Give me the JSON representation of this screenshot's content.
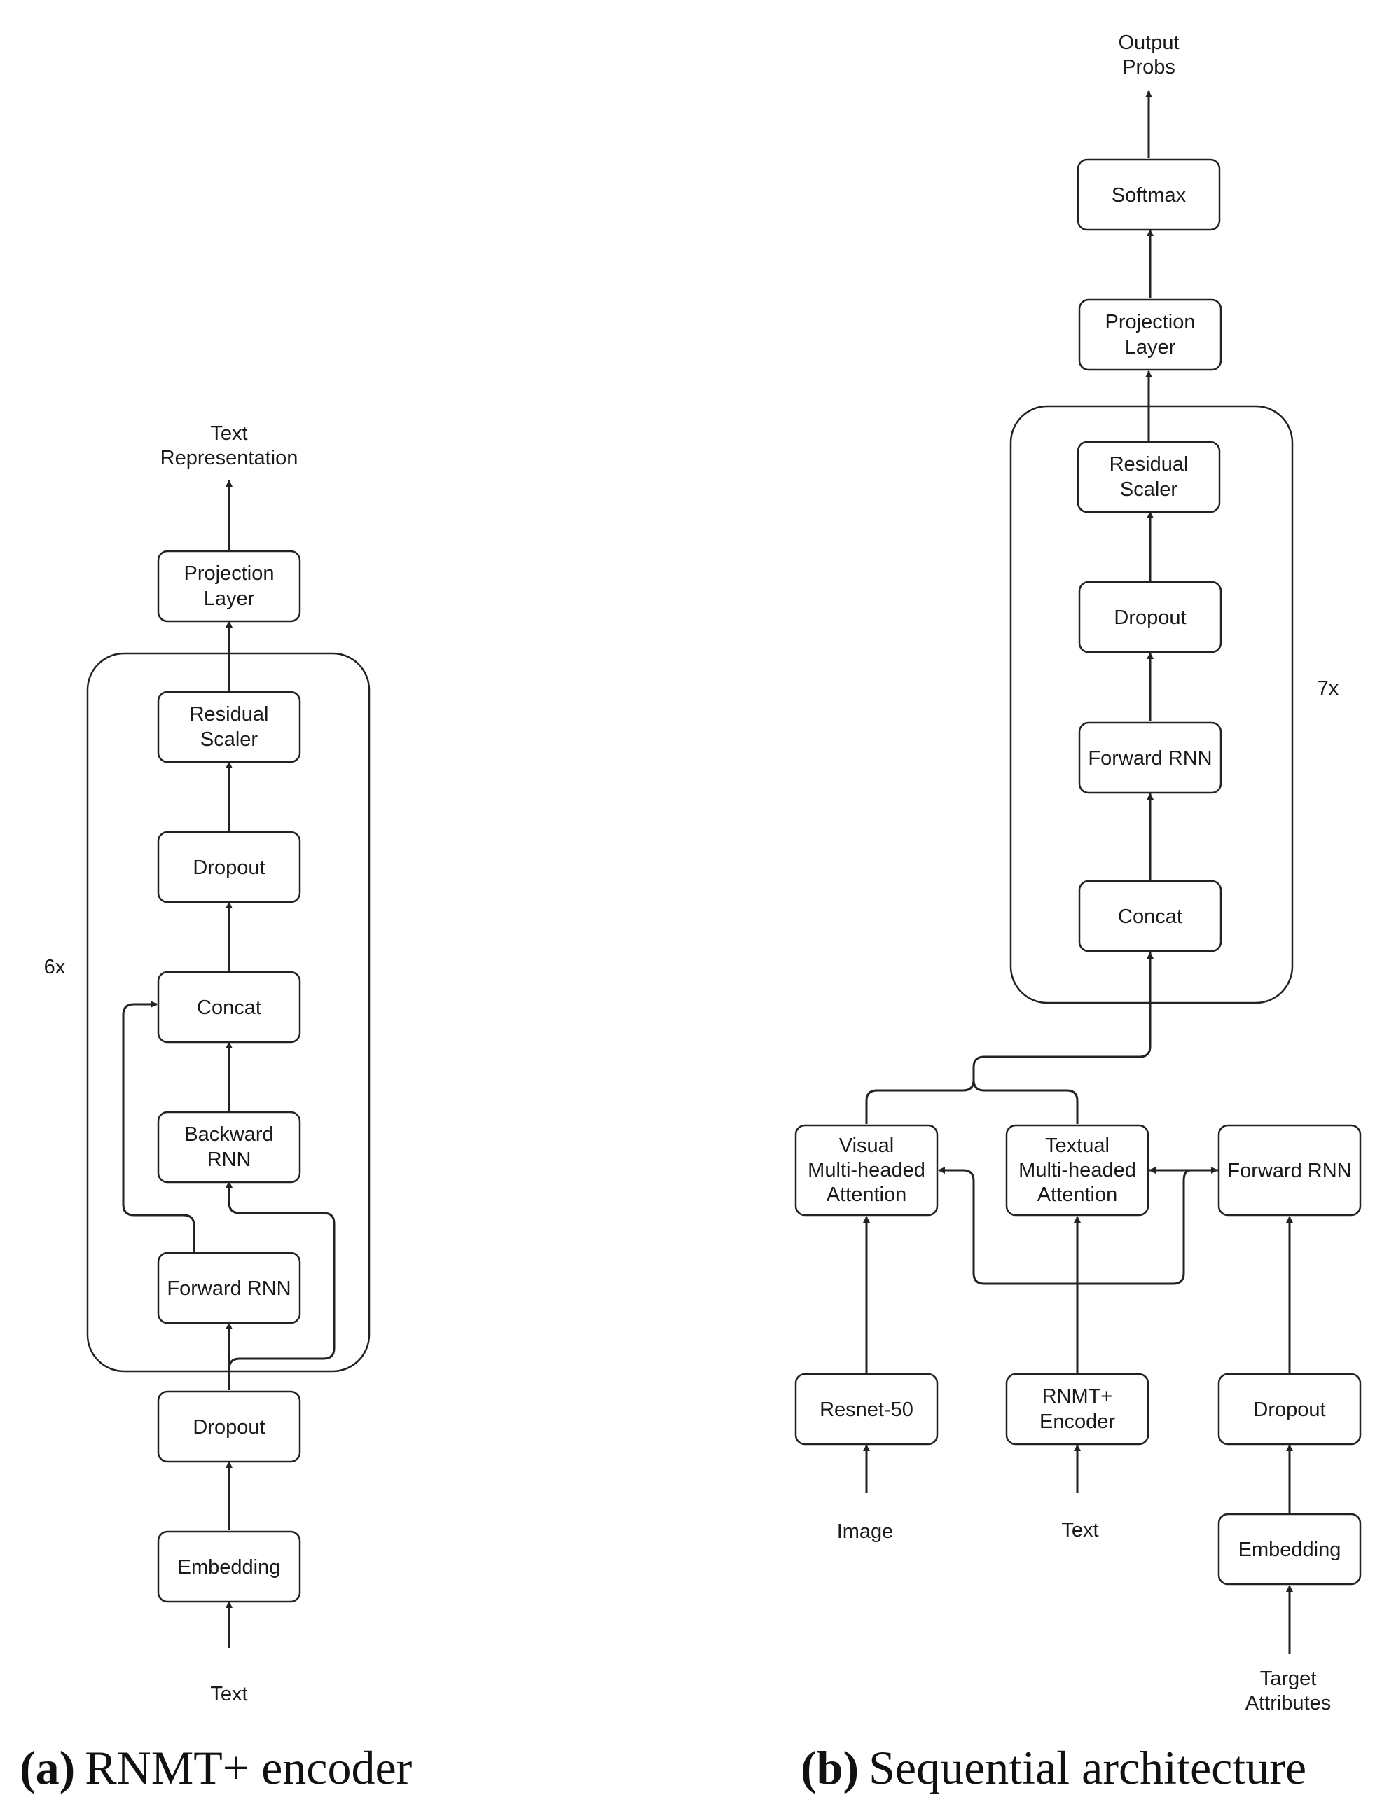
{
  "diagram_a": {
    "caption_letter": "(a)",
    "caption_text": "RNMT+ encoder",
    "repeat_label": "6x",
    "output_label": [
      "Text",
      "Representation"
    ],
    "input_label": "Text",
    "nodes": {
      "projection_layer": [
        "Projection",
        "Layer"
      ],
      "residual_scaler": [
        "Residual",
        "Scaler"
      ],
      "dropout_inner": [
        "Dropout"
      ],
      "concat": [
        "Concat"
      ],
      "backward_rnn": [
        "Backward",
        "RNN"
      ],
      "forward_rnn": [
        "Forward RNN"
      ],
      "dropout_outer": [
        "Dropout"
      ],
      "embedding": [
        "Embedding"
      ]
    }
  },
  "diagram_b": {
    "caption_letter": "(b)",
    "caption_text": "Sequential architecture",
    "repeat_label": "7x",
    "output_label": [
      "Output",
      "Probs"
    ],
    "input_image_label": "Image",
    "input_text_label": "Text",
    "input_target_label": [
      "Target",
      "Attributes"
    ],
    "nodes": {
      "softmax": [
        "Softmax"
      ],
      "projection_layer": [
        "Projection",
        "Layer"
      ],
      "residual_scaler": [
        "Residual",
        "Scaler"
      ],
      "dropout_inner": [
        "Dropout"
      ],
      "forward_rnn_inner": [
        "Forward RNN"
      ],
      "concat": [
        "Concat"
      ],
      "visual_attention": [
        "Visual",
        "Multi-headed",
        "Attention"
      ],
      "textual_attention": [
        "Textual",
        "Multi-headed",
        "Attention"
      ],
      "forward_rnn_right": [
        "Forward RNN"
      ],
      "resnet": [
        "Resnet-50"
      ],
      "rnmt_encoder": [
        "RNMT+",
        "Encoder"
      ],
      "dropout_right": [
        "Dropout"
      ],
      "embedding_right": [
        "Embedding"
      ]
    }
  }
}
